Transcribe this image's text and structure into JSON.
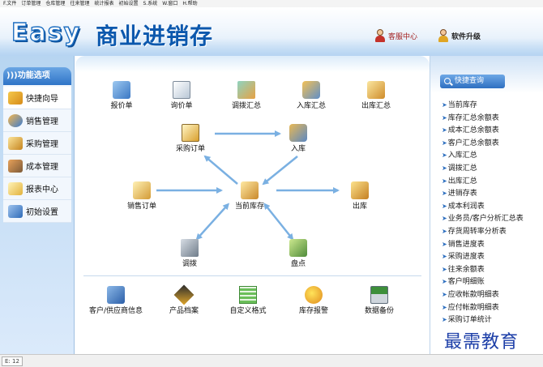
{
  "menu": [
    "F.文件",
    "订单管理",
    "仓库管理",
    "往来管理",
    "统计报表",
    "初始设置",
    "S.系统",
    "W.窗口",
    "H.帮助"
  ],
  "header": {
    "logo_easy": "Easy",
    "logo_cn": "商业进销存",
    "service_label": "客服中心",
    "upgrade_label": "软件升级"
  },
  "left_panel": {
    "title": "功能选项",
    "items": [
      {
        "label": "快捷向导",
        "icon": "wizard-icon"
      },
      {
        "label": "销售管理",
        "icon": "sales-icon"
      },
      {
        "label": "采购管理",
        "icon": "purchase-icon"
      },
      {
        "label": "成本管理",
        "icon": "cost-icon"
      },
      {
        "label": "报表中心",
        "icon": "report-icon"
      },
      {
        "label": "初始设置",
        "icon": "settings-icon"
      }
    ]
  },
  "top_row": [
    {
      "label": "报价单",
      "icon": "quote-icon"
    },
    {
      "label": "询价单",
      "icon": "inquiry-icon"
    },
    {
      "label": "调拨汇总",
      "icon": "transfer-summary-icon"
    },
    {
      "label": "入库汇总",
      "icon": "inbound-summary-icon"
    },
    {
      "label": "出库汇总",
      "icon": "outbound-summary-icon"
    }
  ],
  "flow": {
    "purchase_order": "采购订单",
    "inbound": "入库",
    "sales_order": "销售订单",
    "current_stock": "当前库存",
    "outbound": "出库",
    "transfer": "调拨",
    "stocktake": "盘点"
  },
  "bottom_row": [
    {
      "label": "客户/供应商信息",
      "icon": "customer-supplier-icon"
    },
    {
      "label": "产品档案",
      "icon": "product-archive-icon"
    },
    {
      "label": "自定义格式",
      "icon": "custom-format-icon"
    },
    {
      "label": "库存报警",
      "icon": "stock-alarm-icon"
    },
    {
      "label": "数据备份",
      "icon": "data-backup-icon"
    }
  ],
  "quick_query": {
    "title": "快捷查询",
    "items": [
      "当前库存",
      "库存汇总余额表",
      "成本汇总余额表",
      "客户汇总余额表",
      "入库汇总",
      "调拨汇总",
      "出库汇总",
      "进销存表",
      "成本利润表",
      "业务员/客户分析汇总表",
      "存货周转率分析表",
      "销售进度表",
      "采购进度表",
      "往来余额表",
      "客户明细账",
      "应收帐款明细表",
      "应付帐款明细表",
      "采购订单统计"
    ]
  },
  "status": {
    "cell": "E: 12"
  },
  "watermark": "最需教育",
  "colors": {
    "accent": "#2f74c7",
    "arrow": "#7ab0e2",
    "brand": "#0c58ad"
  }
}
